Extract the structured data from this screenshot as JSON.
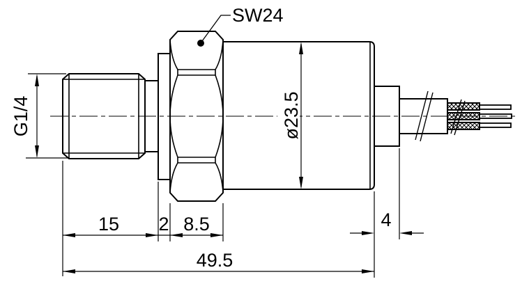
{
  "drawing": {
    "background": "#ffffff",
    "line_color": "#000000",
    "labels": {
      "wrench": "SW24",
      "thread": "G1/4",
      "diameter": "ø23.5"
    },
    "dims": {
      "thread_length": "15",
      "collar": "2",
      "hex": "8.5",
      "step": "4",
      "overall": "49.5"
    }
  }
}
